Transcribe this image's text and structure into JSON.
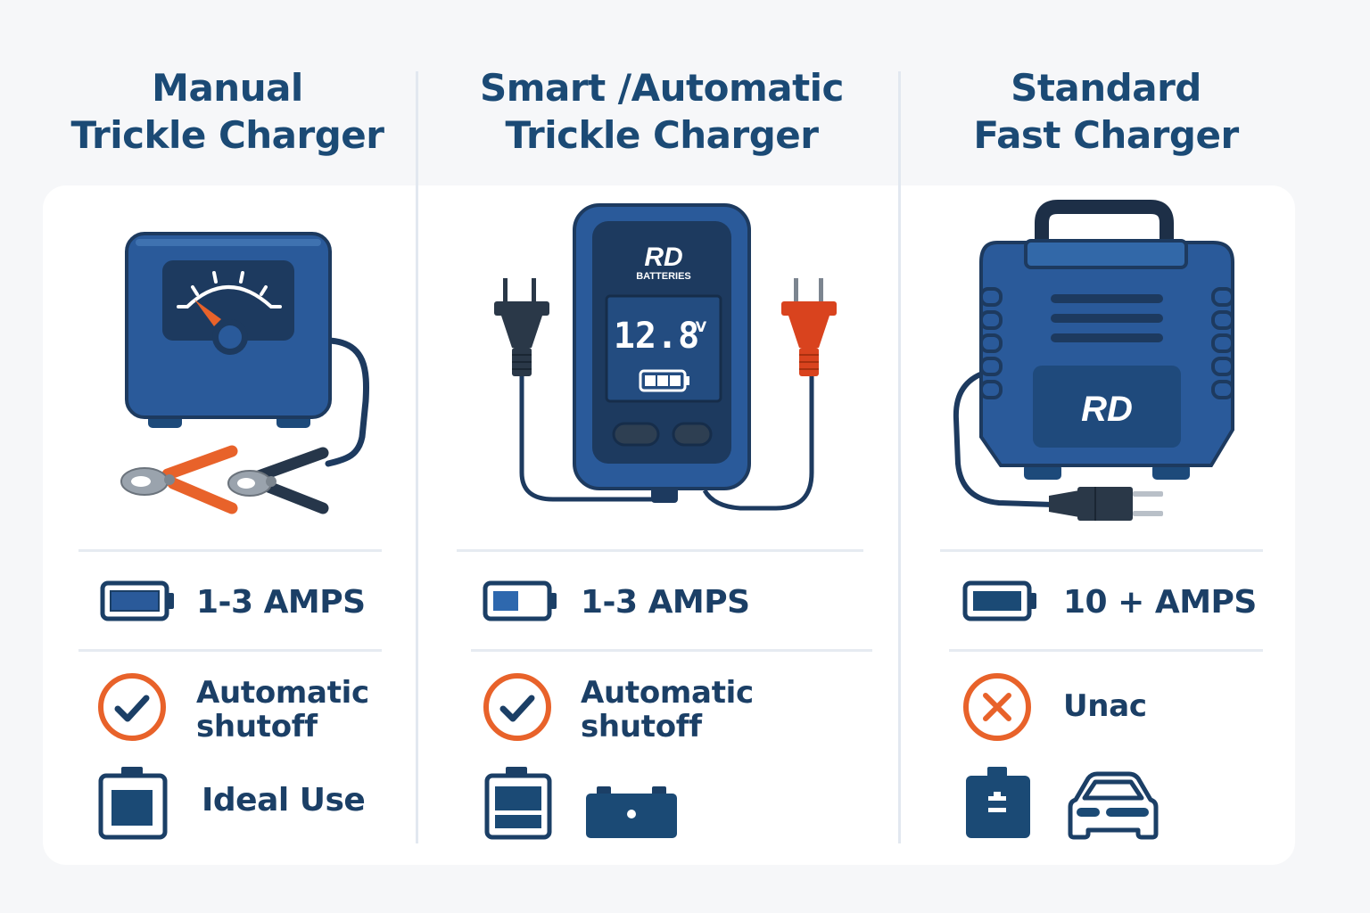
{
  "colors": {
    "background": "#f6f7f9",
    "card": "#ffffff",
    "navy": "#1b3f66",
    "title": "#1b4a75",
    "device_blue": "#2a5a9a",
    "device_dark": "#1d3a5f",
    "accent_orange": "#e8622a",
    "divider": "#e2e8f0"
  },
  "columns": [
    {
      "id": "manual",
      "title_line1": "Manual",
      "title_line2": "Trickle Charger",
      "illustration": "manual-charger-with-gauge-and-clamps",
      "amps_icon": "battery-full-icon",
      "amps": "1-3 AMPS",
      "feature_icon": "check-circle-icon",
      "feature_line1": "Automatic",
      "feature_line2": "shutoff",
      "use_icon": "battery-square-icon",
      "use_label": "Ideal Use"
    },
    {
      "id": "smart",
      "title_line1": "Smart /Automatic",
      "title_line2": "Trickle Charger",
      "illustration": "smart-charger-with-display",
      "device_brand": "RD",
      "device_brand_sub": "BATTERIES",
      "device_voltage": "12.8",
      "device_voltage_unit": "V",
      "amps_icon": "battery-low-icon",
      "amps": "1-3 AMPS",
      "feature_icon": "check-circle-icon",
      "feature_line1": "Automatic",
      "feature_line2": "shutoff",
      "use_icons": [
        "battery-half-icon",
        "car-battery-icon"
      ]
    },
    {
      "id": "fast",
      "title_line1": "Standard",
      "title_line2": "Fast Charger",
      "illustration": "fast-charger-case-with-plug",
      "device_brand": "RD",
      "amps_icon": "battery-full-icon",
      "amps": "10 + AMPS",
      "feature_icon": "x-circle-icon",
      "feature_line1": "Unac",
      "use_icons": [
        "battery-filled-icon",
        "car-icon"
      ]
    }
  ]
}
